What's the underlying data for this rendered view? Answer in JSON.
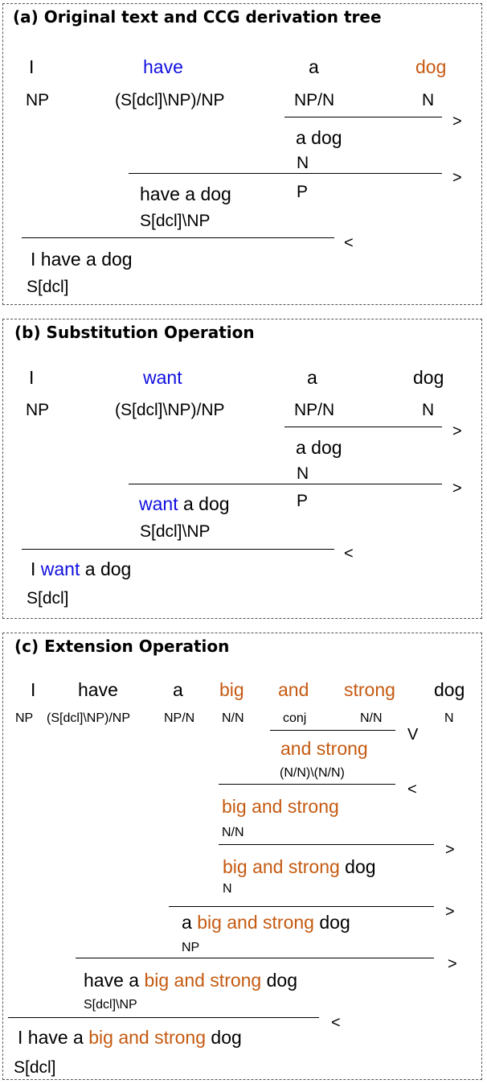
{
  "colors": {
    "verb": "#1010e0",
    "inserted": "#c55a11"
  },
  "panel_a": {
    "title": "(a) Original text and CCG derivation tree",
    "words": [
      "I",
      "have",
      "a",
      "dog"
    ],
    "cats": [
      "NP",
      "(S[dcl]\\NP)/NP",
      "NP/N",
      "N"
    ],
    "d1": {
      "text": "a dog",
      "cat_1": "N",
      "cat_2": "P",
      "op": ">"
    },
    "d2": {
      "text": "have a dog",
      "cat": "S[dcl]\\NP",
      "op": ">"
    },
    "d3": {
      "text": "I have a dog",
      "cat": "S[dcl]",
      "op": "<"
    }
  },
  "panel_b": {
    "title": "(b) Substitution Operation",
    "words": [
      "I",
      "want",
      "a",
      "dog"
    ],
    "cats": [
      "NP",
      "(S[dcl]\\NP)/NP",
      "NP/N",
      "N"
    ],
    "d1": {
      "text": "a dog",
      "cat_1": "N",
      "cat_2": "P",
      "op": ">"
    },
    "d2": {
      "verb": "want",
      "rest": " a dog",
      "cat": "S[dcl]\\NP",
      "op": ">"
    },
    "d3": {
      "pre": "I ",
      "verb": "want",
      "rest": " a dog",
      "cat": "S[dcl]",
      "op": "<"
    }
  },
  "panel_c": {
    "title": "(c) Extension Operation",
    "words": [
      "I",
      "have",
      "a",
      "big",
      "and",
      "strong",
      "dog"
    ],
    "cats": [
      "NP",
      "(S[dcl]\\NP)/NP",
      "NP/N",
      "N/N",
      "conj",
      "N/N",
      "N"
    ],
    "d1": {
      "text": "and strong",
      "cat": "(N/N)\\(N/N)",
      "op": "V"
    },
    "d2": {
      "text": "big and strong",
      "cat": "N/N",
      "op": "<"
    },
    "d3": {
      "ins": "big and strong",
      "rest": " dog",
      "cat": "N",
      "op": ">"
    },
    "d4": {
      "pre": "a ",
      "ins": "big and strong",
      "rest": " dog",
      "cat": "NP",
      "op": ">"
    },
    "d5": {
      "pre": "have a ",
      "ins": "big and strong",
      "rest": " dog",
      "cat": "S[dcl]\\NP",
      "op": ">"
    },
    "d6": {
      "pre": "I have a ",
      "ins": "big and strong",
      "rest": " dog",
      "cat": "S[dcl]",
      "op": "<"
    }
  }
}
